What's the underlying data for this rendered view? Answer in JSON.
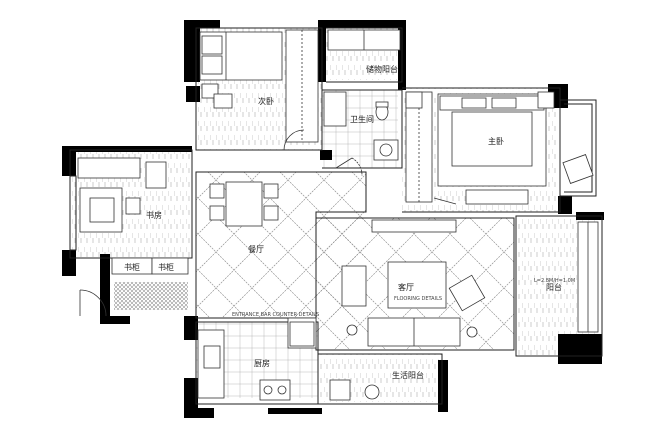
{
  "rooms": {
    "second_bedroom": "次卧",
    "bathroom": "卫生间",
    "service_balcony": "储物阳台",
    "master_bedroom": "主卧",
    "study": "书房",
    "dining": "餐厅",
    "living": "客厅",
    "balcony": "阳台",
    "cabinet_a": "书柜",
    "cabinet_b": "书柜",
    "kitchen": "厨房",
    "life_balcony": "生活阳台"
  },
  "notes": {
    "living_sub": "FLOORING DETAILS",
    "balcony_sub": "L=2.8M/H=1.0M",
    "bar_sub": "ENTRANCE BAR COUNTER DETAILS"
  },
  "colors": {
    "wall": "#000000",
    "line": "#333333",
    "hatch": "#9a9a9a",
    "background": "#ffffff"
  }
}
